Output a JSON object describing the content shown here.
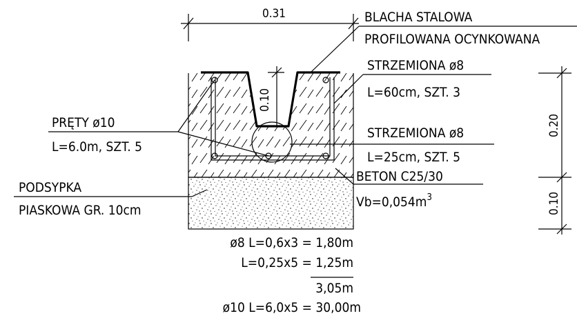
{
  "dimensions": {
    "top_width": "0.31",
    "notch_depth": "0.10",
    "concrete_height": "0.20",
    "sand_height": "0.10"
  },
  "labels": {
    "sheet_line1": "BLACHA STALOWA",
    "sheet_line2": "PROFILOWANA OCYNKOWANA",
    "stirrup60_line1": "STRZEMIONA ø8",
    "stirrup60_line2": "L=60cm, SZT. 3",
    "bars_line1": "PRĘTY ø10",
    "bars_line2": "L=6.0m, SZT. 5",
    "stirrup25_line1": "STRZEMIONA ø8",
    "stirrup25_line2": "L=25cm, SZT. 5",
    "concrete_line1": "BETON C25/30",
    "concrete_volume": "Vb=0,054m",
    "concrete_volume_exp": "3",
    "sand_line1": "PODSYPKA",
    "sand_line2": "PIASKOWA GR. 10cm"
  },
  "calculations": {
    "row1": "ø8 L=0,6x3 = 1,80m",
    "row2": "L=0,25x5 = 1,25m",
    "subtotal": "3,05m",
    "row4": "ø10 L=6,0x5 = 30,00m"
  }
}
